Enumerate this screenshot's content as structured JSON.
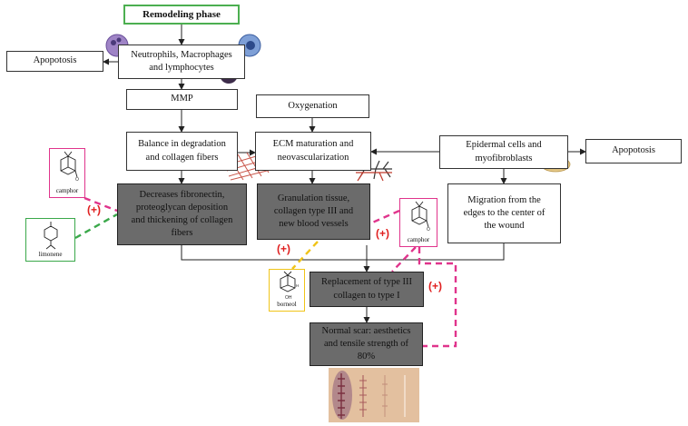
{
  "colors": {
    "green_border": "#4caf50",
    "magenta": "#e0348c",
    "green_dash": "#3aa84a",
    "yellow_dash": "#f0c419",
    "plus_red": "#e02020",
    "dark_box": "#6b6b6b"
  },
  "boxes": {
    "remodeling": "Remodeling phase",
    "apoptosis_left": "Apopotosis",
    "neutrophils": "Neutrophils, Macrophages\nand lymphocytes",
    "mmp": "MMP",
    "oxygenation": "Oxygenation",
    "balance": "Balance in degradation\nand collagen fibers",
    "ecm": "ECM maturation and\nneovascularization",
    "epidermal": "Epidermal cells and\nmyofibroblasts",
    "apoptosis_right": "Apopotosis",
    "decreases": "Decreases fibronectin,\nproteoglycan deposition\nand thickening of collagen\nfibers",
    "granulation": "Granulation tissue,\ncollagen type III and\nnew blood vessels",
    "migration": "Migration from the\nedges to the center of\nthe wound",
    "replacement": "Replacement of type III\ncollagen to type I",
    "normal_scar": "Normal scar: aesthetics\nand tensile strength of\n80%"
  },
  "molecules": {
    "camphor_left": "camphor",
    "limonene": "limonene",
    "borneol": "borneol",
    "camphor_right": "camphor"
  },
  "effects": {
    "plus_left": "(+)",
    "plus_middle": "(+)",
    "plus_center": "(+)",
    "plus_right": "(+)"
  },
  "icons": [
    "immune-cell-icon",
    "macrophage-icon",
    "lymphocyte-icon",
    "collagen-mesh-icon",
    "blood-vessel-icon",
    "myofibroblast-icon",
    "scar-photo"
  ]
}
